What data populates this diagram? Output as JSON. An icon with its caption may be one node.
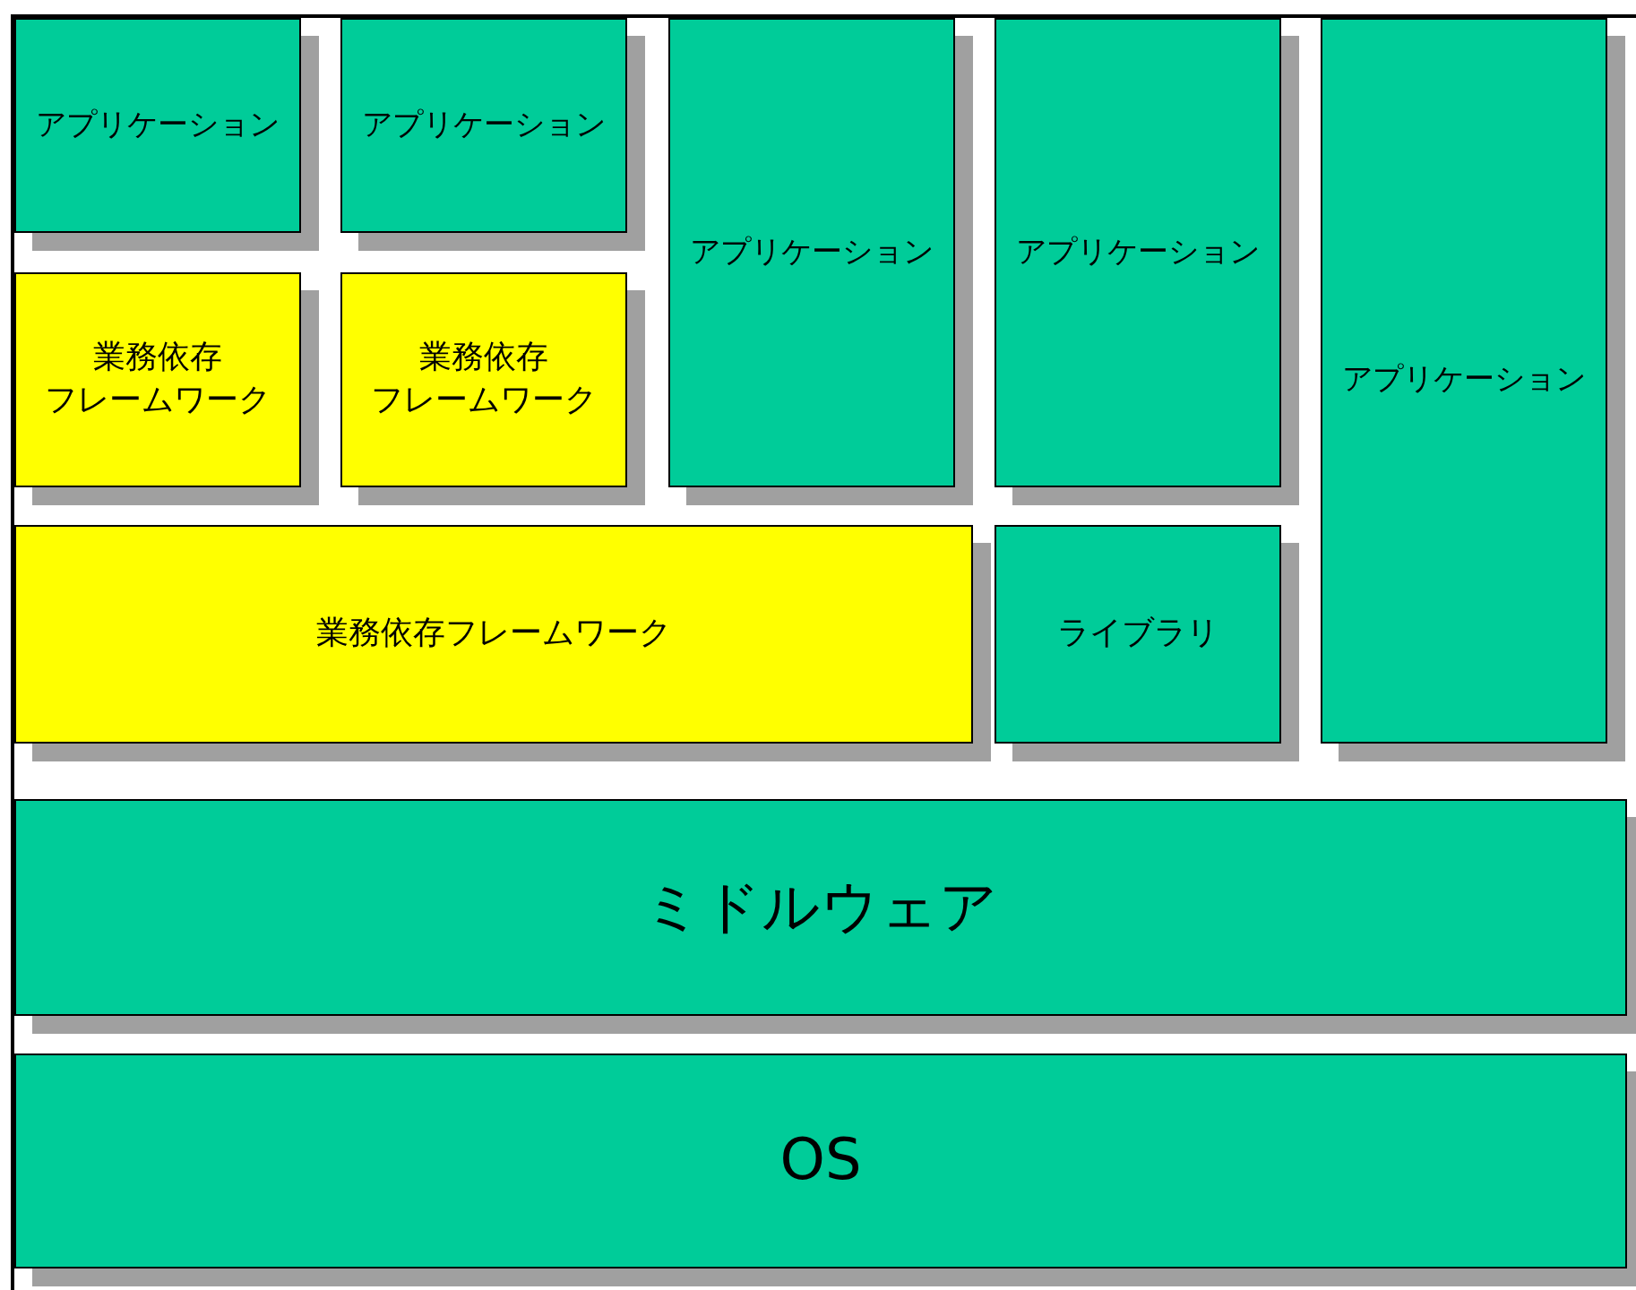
{
  "diagram": {
    "nodes": [
      {
        "text": [
          "アプリケーション"
        ]
      },
      {
        "text": [
          "アプリケーション"
        ]
      },
      {
        "text": [
          "アプリケーション"
        ]
      },
      {
        "text": [
          "アプリケーション"
        ]
      },
      {
        "text": [
          "アプリケーション"
        ]
      },
      {
        "text": [
          "業務依存フレームワーク"
        ]
      },
      {
        "text": [
          "業務依存フレームワーク"
        ]
      },
      {
        "text": [
          "業務依存フレームワーク"
        ]
      },
      {
        "text": [
          "ライブラリ"
        ]
      },
      {
        "text": [
          "ミドルウェア"
        ]
      },
      {
        "text": [
          "OS"
        ]
      }
    ]
  }
}
